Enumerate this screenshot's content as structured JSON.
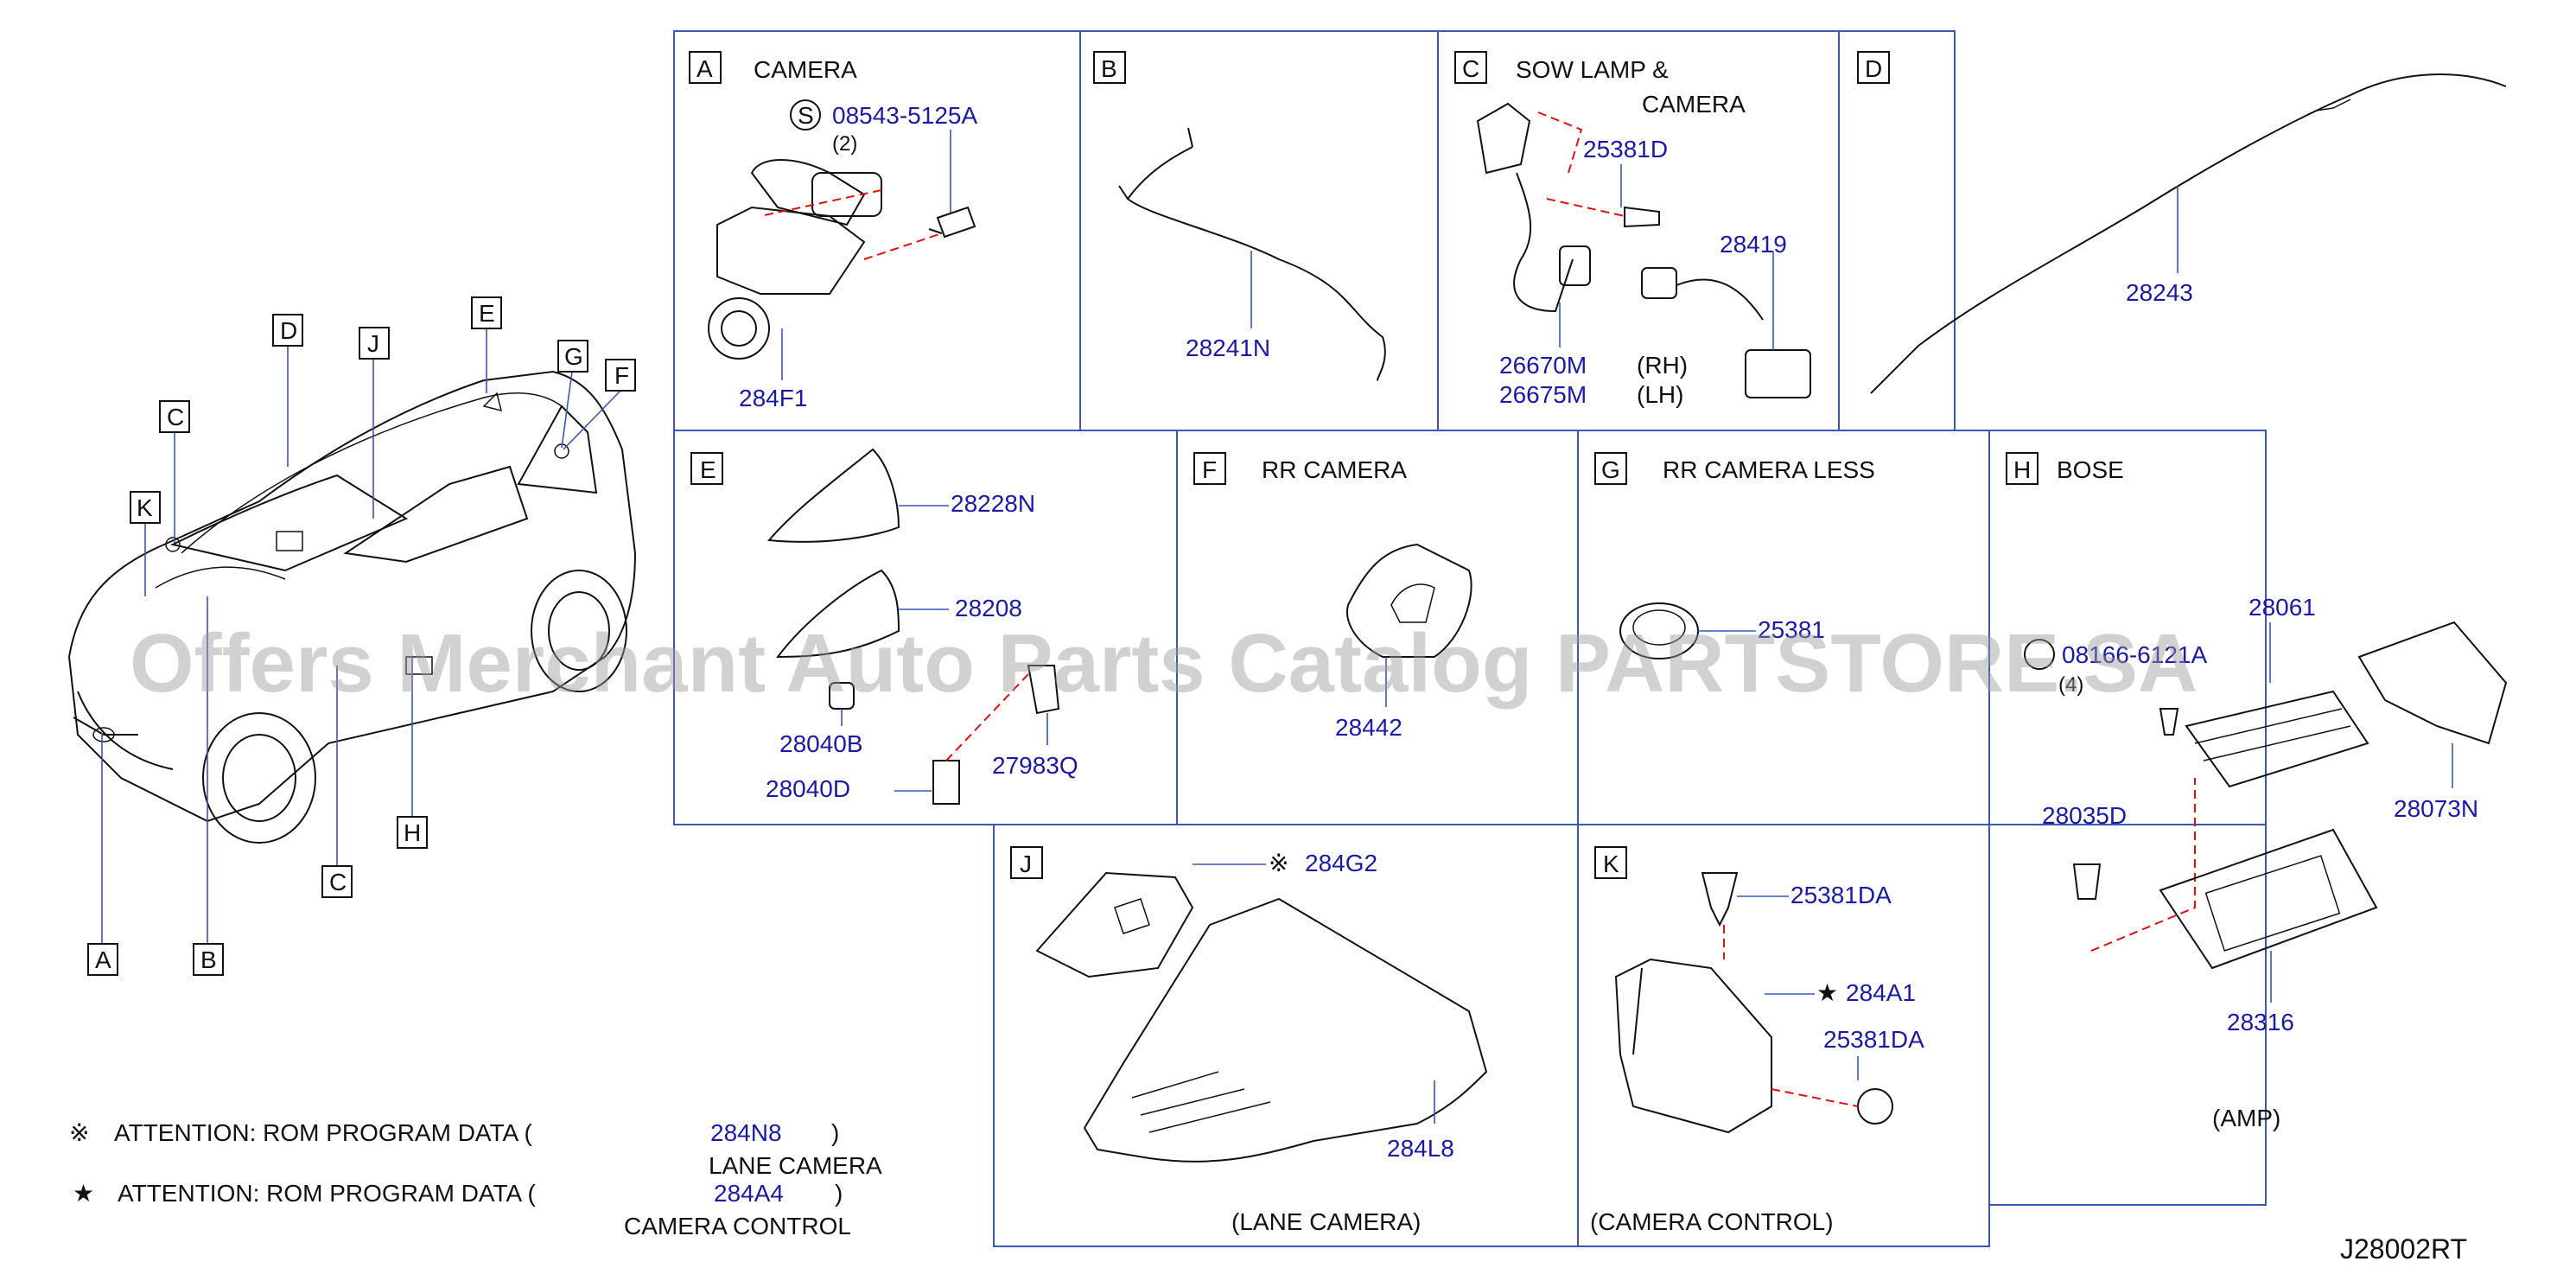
{
  "watermark": "Offers Merchant Auto Parts Catalog PARTSTORE.SA",
  "diagram_code": "J28002RT",
  "overview": {
    "callouts": [
      "A",
      "B",
      "C",
      "C",
      "D",
      "E",
      "F",
      "G",
      "H",
      "J",
      "K"
    ]
  },
  "panels": {
    "A": {
      "letter": "A",
      "title": "CAMERA",
      "screw_symbol": "S",
      "screw_part": "08543-5125A",
      "screw_qty": "(2)",
      "camera_part": "284F1"
    },
    "B": {
      "letter": "B",
      "harness_part": "28241N"
    },
    "C": {
      "letter": "C",
      "title_line1": "SOW LAMP &",
      "title_line2": "CAMERA",
      "screw_part": "25381D",
      "connector_part": "28419",
      "lamp_rh": "26670M",
      "lamp_lh": "26675M",
      "rh": "(RH)",
      "lh": "(LH)"
    },
    "D": {
      "letter": "D",
      "harness_part": "28243"
    },
    "E": {
      "letter": "E",
      "cover_part": "28228N",
      "antenna_part": "28208",
      "nut_part": "28040B",
      "bolt_part": "28040D",
      "clip_part": "27983Q"
    },
    "F": {
      "letter": "F",
      "title": "RR CAMERA",
      "cover_part": "28442"
    },
    "G": {
      "letter": "G",
      "title": "RR CAMERA LESS",
      "plug_part": "25381"
    },
    "H": {
      "letter": "H",
      "title": "BOSE",
      "amp_part": "28061",
      "bolt_part": "08166-6121A",
      "bolt_qty": "(4)",
      "cover_part": "28073N",
      "screw_part": "28035D",
      "bracket_part": "28316",
      "caption": "(AMP)"
    },
    "J": {
      "letter": "J",
      "camera_symbol": "※",
      "camera_part": "284G2",
      "cover_part": "284L8",
      "caption": "(LANE CAMERA)"
    },
    "K": {
      "letter": "K",
      "screw_top_part": "25381DA",
      "control_symbol": "★",
      "control_part": "284A1",
      "screw_side_part": "25381DA",
      "caption": "(CAMERA CONTROL)"
    }
  },
  "notes": [
    {
      "symbol": "※",
      "text": "ATTENTION: ROM PROGRAM DATA (",
      "part": "284N8",
      "close": ")",
      "sub": "LANE CAMERA"
    },
    {
      "symbol": "★",
      "text": "ATTENTION: ROM PROGRAM DATA (",
      "part": "284A4",
      "close": ")",
      "sub": "CAMERA CONTROL"
    }
  ]
}
